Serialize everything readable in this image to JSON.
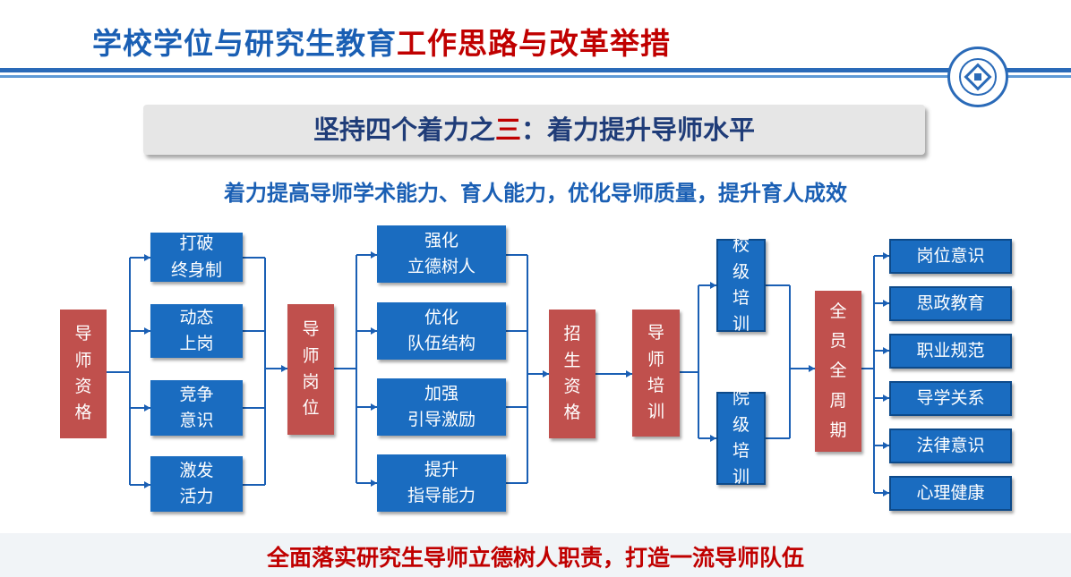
{
  "title": {
    "blue": "学校学位与研究生教育",
    "red": "工作思路与改革举措"
  },
  "banner": {
    "part1": "坚持四个着力之",
    "red": "三",
    "part2": "：着力提升导师水平"
  },
  "subtitle": "着力提高导师学术能力、育人能力，优化导师质量，提升育人成效",
  "diagram": {
    "qualification": [
      "导",
      "师",
      "资",
      "格"
    ],
    "group1": [
      {
        "line1": "打破",
        "line2": "终身制"
      },
      {
        "line1": "动态",
        "line2": "上岗"
      },
      {
        "line1": "竞争",
        "line2": "意识"
      },
      {
        "line1": "激发",
        "line2": "活力"
      }
    ],
    "post": [
      "导",
      "师",
      "岗",
      "位"
    ],
    "group2": [
      {
        "line1": "强化",
        "line2": "立德树人"
      },
      {
        "line1": "优化",
        "line2": "队伍结构"
      },
      {
        "line1": "加强",
        "line2": "引导激励"
      },
      {
        "line1": "提升",
        "line2": "指导能力"
      }
    ],
    "enroll": [
      "招",
      "生",
      "资",
      "格"
    ],
    "training": [
      "导",
      "师",
      "培",
      "训"
    ],
    "school_training": [
      "校",
      "级",
      "培",
      "训"
    ],
    "college_training": [
      "院",
      "级",
      "培",
      "训"
    ],
    "fullcycle": [
      "全",
      "员",
      "全",
      "周",
      "期"
    ],
    "aspects": [
      "岗位意识",
      "思政教育",
      "职业规范",
      "导学关系",
      "法律意识",
      "心理健康"
    ]
  },
  "bottom": "全面落实研究生导师立德树人职责，打造一流导师队伍",
  "colors": {
    "blue": "#1a6cc0",
    "red": "#c0504d",
    "title_blue": "#1a5fb4",
    "accent_red": "#c00000"
  }
}
